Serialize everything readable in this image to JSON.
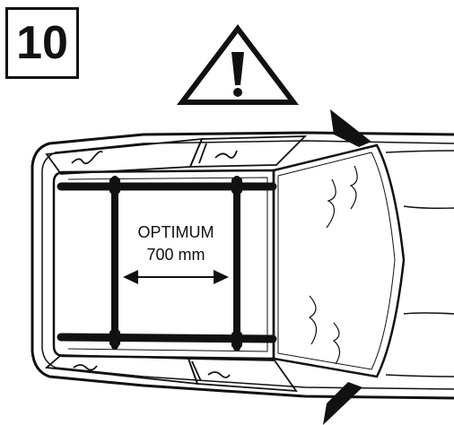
{
  "step": {
    "number": "10"
  },
  "icons": {
    "warning": "warning-triangle-icon"
  },
  "measurement": {
    "label": "OPTIMUM",
    "distance": "700 mm"
  },
  "colors": {
    "ink": "#111111",
    "background": "#ffffff"
  }
}
